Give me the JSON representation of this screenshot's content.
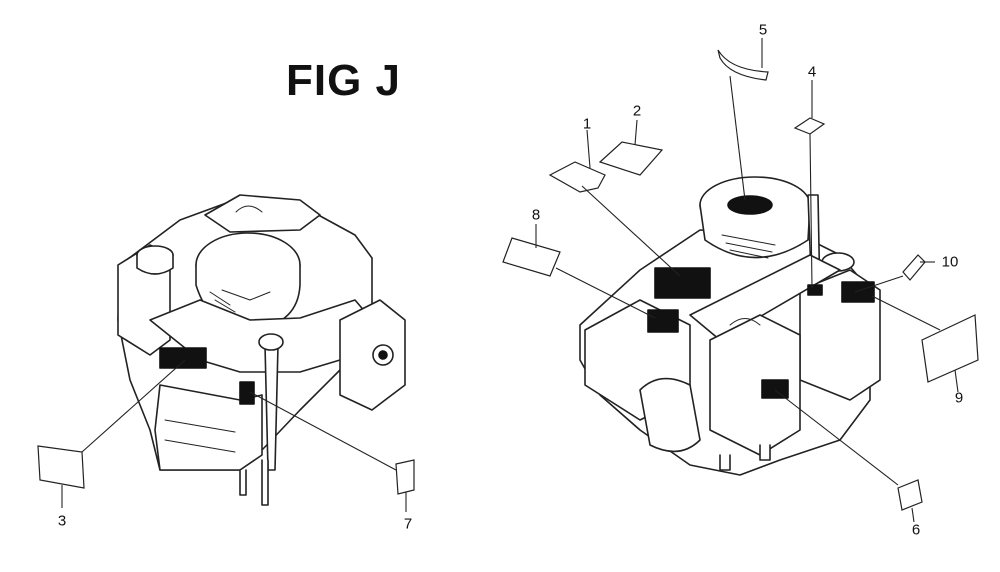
{
  "figure": {
    "title": "FIG J"
  },
  "callouts": {
    "c1": "1",
    "c2": "2",
    "c3": "3",
    "c4": "4",
    "c5": "5",
    "c6": "6",
    "c7": "7",
    "c8": "8",
    "c9": "9",
    "c10": "10"
  }
}
